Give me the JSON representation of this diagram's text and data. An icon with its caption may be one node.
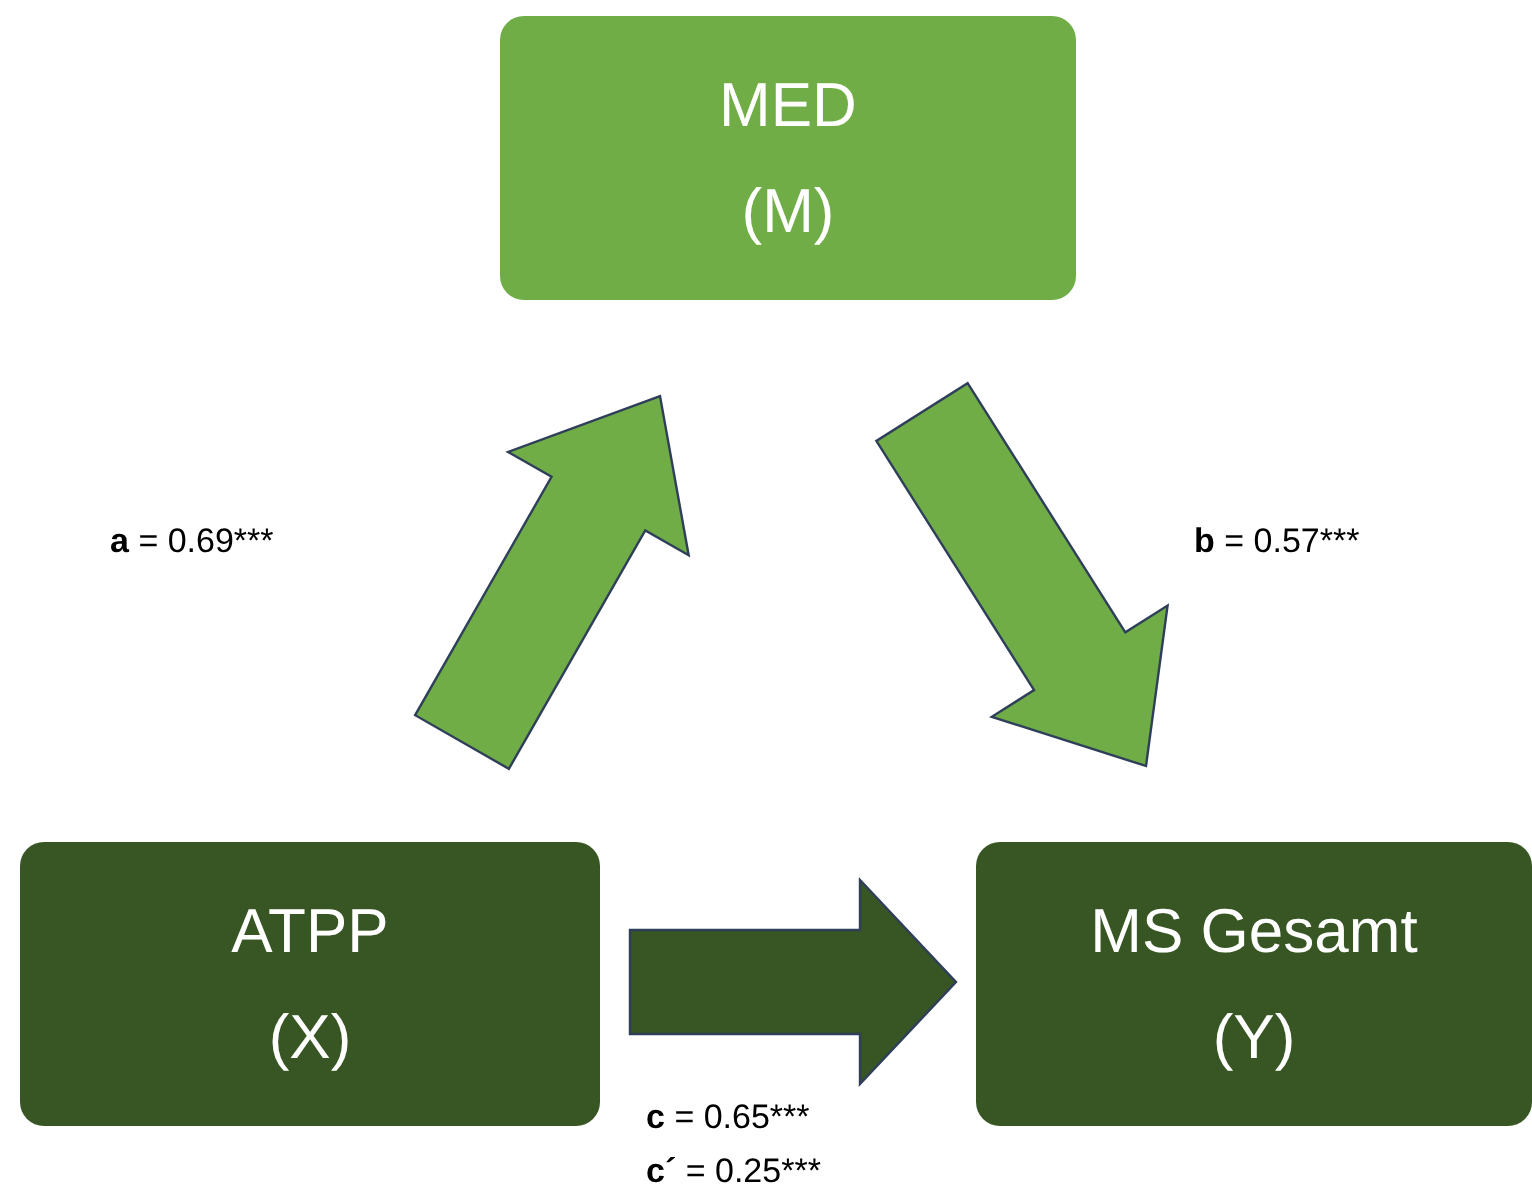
{
  "diagram": {
    "nodes": [
      {
        "text": [
          "MED",
          "(M)"
        ]
      },
      {
        "text": [
          "ATPP",
          "(X)"
        ]
      },
      {
        "text": [
          "MS Gesamt",
          "(Y)"
        ]
      }
    ],
    "edges": [
      {
        "from": 1,
        "to": 0,
        "arrow": "to",
        "style": "thick"
      },
      {
        "from": 0,
        "to": 2,
        "arrow": "to",
        "style": "thick"
      },
      {
        "from": 1,
        "to": 2,
        "arrow": "to",
        "style": "thick",
        "color": "#375623"
      }
    ],
    "labels": [
      "**a** = 0.69***",
      "**b** = 0.57***",
      "**c** = 0.65***",
      "**c´** = 0.25***"
    ]
  }
}
